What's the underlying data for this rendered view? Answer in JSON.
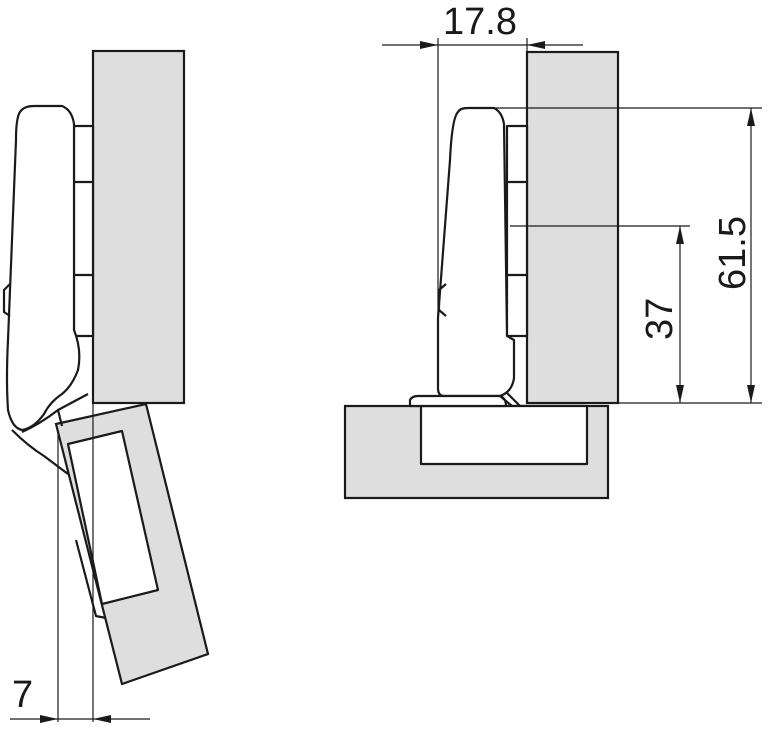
{
  "dimensions": {
    "overlay_offset": "7",
    "hinge_depth": "17.8",
    "height_total": "61.5",
    "height_center": "37"
  },
  "colors": {
    "panel_fill": "#dedede",
    "line": "#1a1a1a"
  }
}
